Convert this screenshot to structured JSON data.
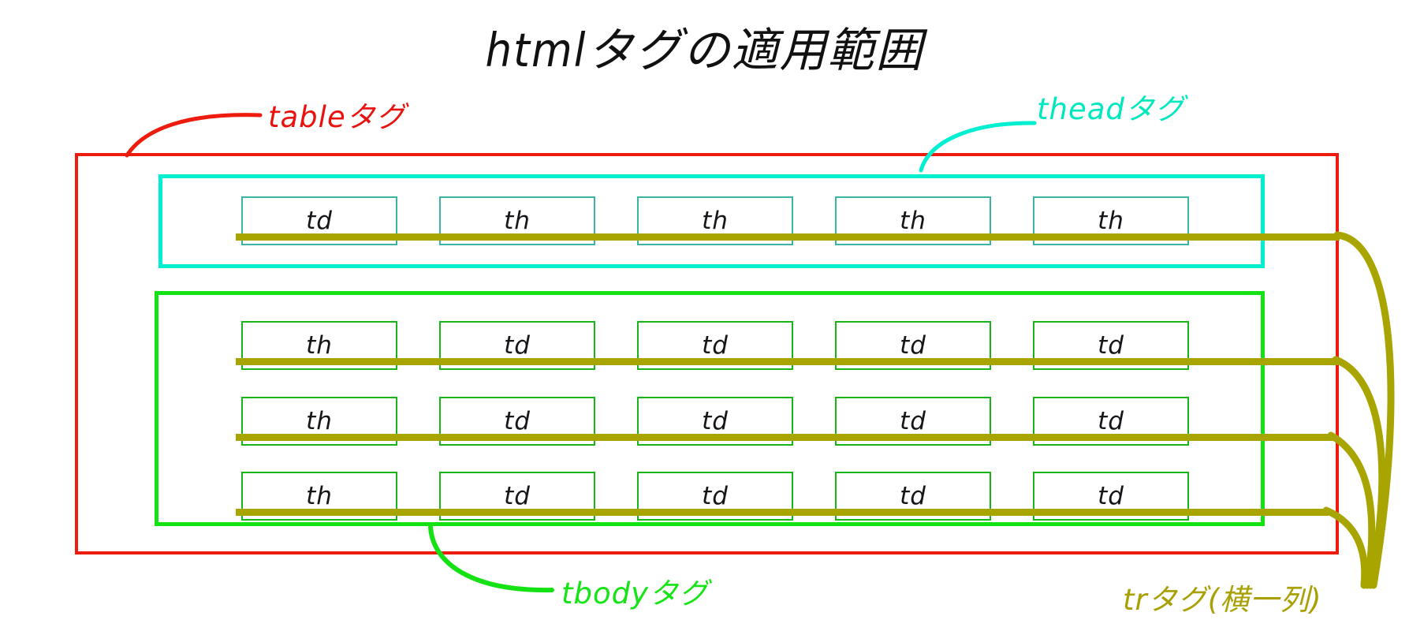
{
  "title": "htmlタグの適用範囲",
  "colors": {
    "table": "#EE1C0E",
    "thead": "#00EFD0",
    "tbody": "#15E215",
    "tr": "#A8A400",
    "cell_head_border": "#3BB4A6",
    "cell_body_border": "#18B418",
    "text": "#16161a",
    "background": "#ffffff"
  },
  "labels": {
    "table": "tableタグ",
    "thead": "theadタグ",
    "tbody": "tbodyタグ",
    "tr": "trタグ(横一列)"
  },
  "table": {
    "thead": {
      "rows": [
        {
          "cells": [
            "td",
            "th",
            "th",
            "th",
            "th"
          ]
        }
      ]
    },
    "tbody": {
      "rows": [
        {
          "cells": [
            "th",
            "td",
            "td",
            "td",
            "td"
          ]
        },
        {
          "cells": [
            "th",
            "td",
            "td",
            "td",
            "td"
          ]
        },
        {
          "cells": [
            "th",
            "td",
            "td",
            "td",
            "td"
          ]
        }
      ]
    }
  }
}
